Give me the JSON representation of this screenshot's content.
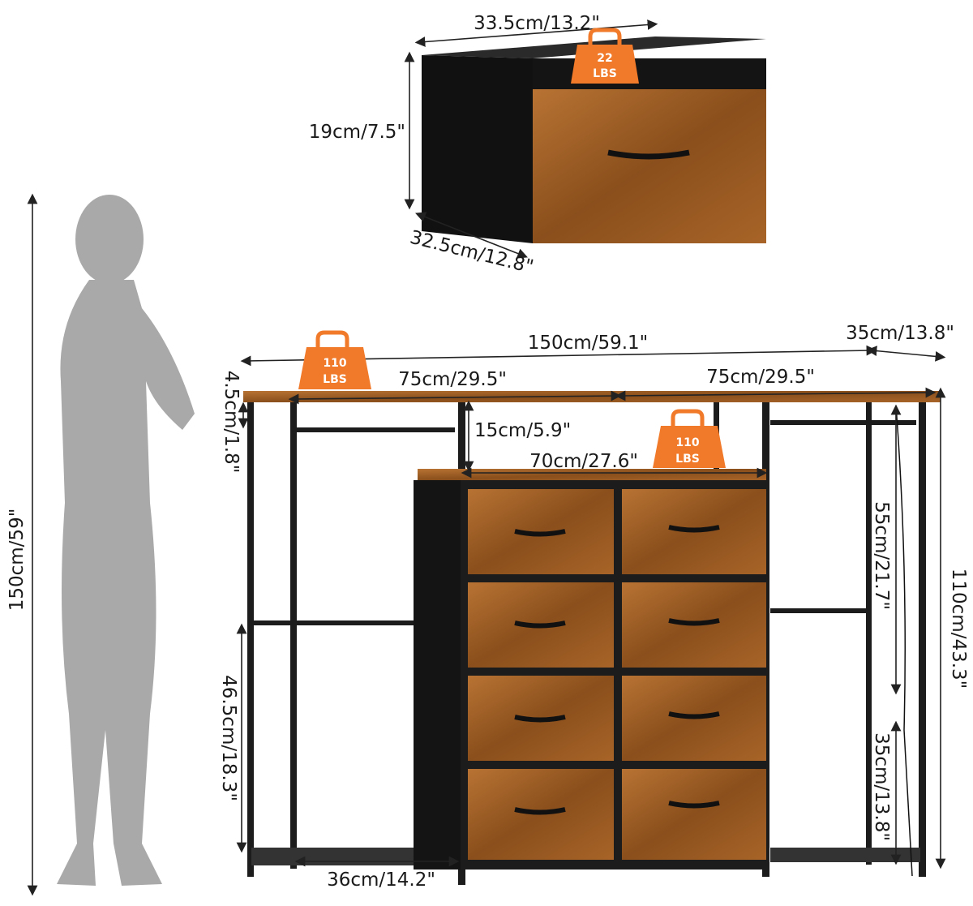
{
  "colors": {
    "wood": "#9a5a22",
    "wood_dark": "#5a3210",
    "frame": "#1c1c1c",
    "badge": "#f07a2a",
    "silhouette": "#a9a9a9"
  },
  "storage_bin": {
    "width_label": "33.5cm/13.2\"",
    "height_label": "19cm/7.5\"",
    "depth_label": "32.5cm/12.8\"",
    "load_badge": {
      "value": "22",
      "unit": "LBS",
      "icon": "weight-icon"
    }
  },
  "person": {
    "height_label": "150cm/59\""
  },
  "dresser": {
    "total_width_label": "150cm/59.1\"",
    "depth_label": "35cm/13.8\"",
    "top_thickness_label": "4.5cm/1.8\"",
    "left_section_width_label": "75cm/29.5\"",
    "right_section_width_label": "75cm/29.5\"",
    "top_shelf_gap_label": "15cm/5.9\"",
    "drawer_top_width_label": "70cm/27.6\"",
    "right_rail_height_label": "55cm/21.7\"",
    "total_height_label": "110cm/43.3\"",
    "left_lower_height_label": "46.5cm/18.3\"",
    "right_lower_height_label": "35cm/13.8\"",
    "bottom_shelf_width_label": "36cm/14.2\"",
    "top_load_badge": {
      "value": "110",
      "unit": "LBS",
      "icon": "weight-icon"
    },
    "shelf_load_badge": {
      "value": "110",
      "unit": "LBS",
      "icon": "weight-icon"
    },
    "drawer_count": 8
  }
}
